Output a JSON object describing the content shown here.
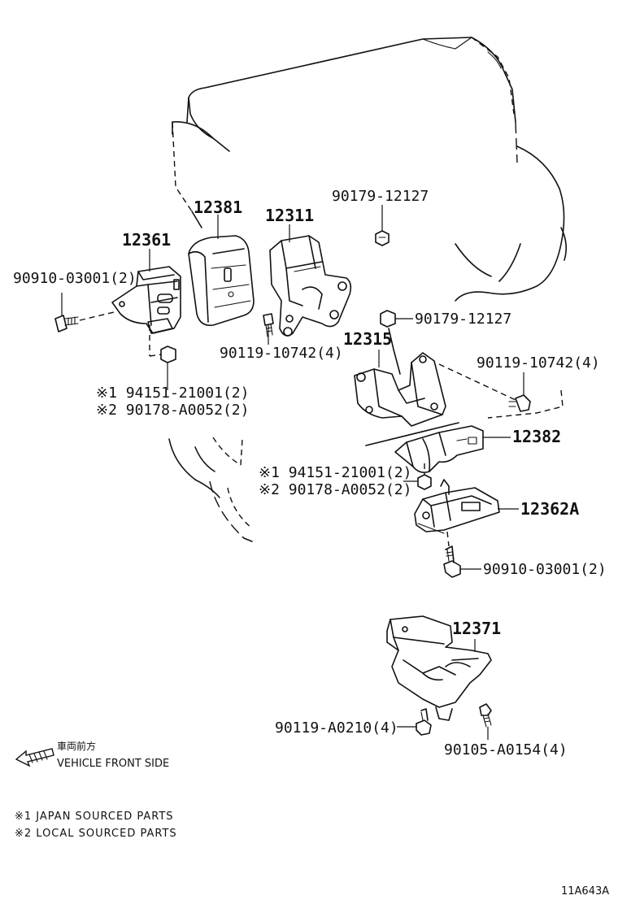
{
  "parts": {
    "p12381": "12381",
    "p12311": "12311",
    "p12361": "12361",
    "p12315": "12315",
    "p12382": "12382",
    "p12362A": "12362A",
    "p12371": "12371",
    "f90179_top": "90179-12127",
    "f90179_mid": "90179-12127",
    "f90910_left": "90910-03001(2)",
    "f90119_left": "90119-10742(4)",
    "f90119_right": "90119-10742(4)",
    "f94151_left": "※1 94151-21001(2)",
    "f90178_left": "※2 90178-A0052(2)",
    "f94151_mid": "※1 94151-21001(2)",
    "f90178_mid": "※2 90178-A0052(2)",
    "f90910_right": "90910-03001(2)",
    "f90119_bottom": "90119-A0210(4)",
    "f90105_bottom": "90105-A0154(4)"
  },
  "front_indicator": {
    "jp": "車両前方",
    "en": "VEHICLE FRONT SIDE"
  },
  "notes": {
    "note1": "※1 JAPAN SOURCED PARTS",
    "note2": "※2 LOCAL SOURCED PARTS"
  },
  "diagram_code": "11A643A"
}
